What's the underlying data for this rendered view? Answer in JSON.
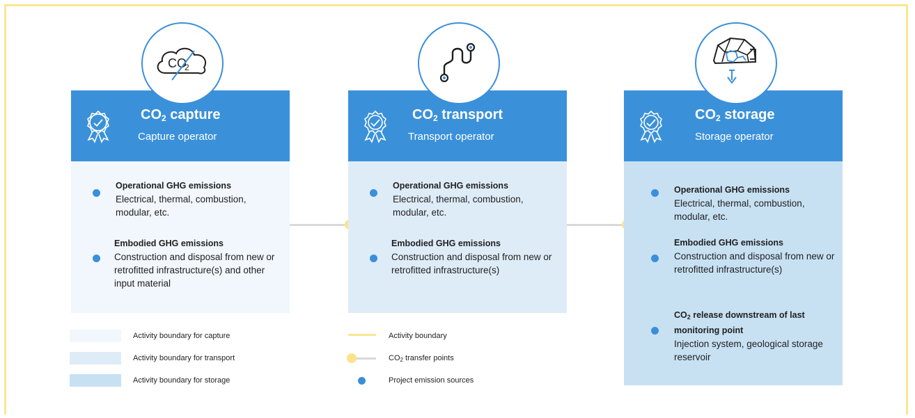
{
  "stages": [
    {
      "title_main": "CO",
      "title_sub": "2",
      "title_rest": " capture",
      "subtitle": "Capture operator",
      "icon": "cloud-co2-crossed-icon",
      "items": [
        {
          "heading": "Operational GHG emissions",
          "text": "Electrical, thermal, combustion, modular, etc."
        },
        {
          "heading": "Embodied GHG emissions",
          "text": "Construction and disposal from new or retrofitted infrastructure(s) and other input material"
        }
      ]
    },
    {
      "title_main": "CO",
      "title_sub": "2",
      "title_rest": " transport",
      "subtitle": "Transport operator",
      "icon": "pipeline-route-icon",
      "items": [
        {
          "heading": "Operational GHG emissions",
          "text": "Electrical, thermal, combustion, modular, etc."
        },
        {
          "heading": "Embodied GHG emissions",
          "text": "Construction and disposal from new or retrofitted infrastructure(s)"
        }
      ]
    },
    {
      "title_main": "CO",
      "title_sub": "2",
      "title_rest": " storage",
      "subtitle": "Storage operator",
      "icon": "geological-storage-icon",
      "items": [
        {
          "heading": "Operational GHG emissions",
          "text": "Electrical, thermal, combustion, modular, etc."
        },
        {
          "heading": "Embodied GHG emissions",
          "text": "Construction and disposal from new or retrofitted infrastructure(s)"
        },
        {
          "heading_main": "CO",
          "heading_sub": "2",
          "heading_rest": " release downstream of last monitoring point",
          "text": "Injection system, geological storage reservoir"
        }
      ]
    }
  ],
  "legend": {
    "capture": "Activity boundary for capture",
    "transport": "Activity boundary for transport",
    "storage": "Activity boundary for storage",
    "activity_boundary": "Activity boundary",
    "transfer_main": "CO",
    "transfer_sub": "2",
    "transfer_rest": " transfer points",
    "emission_sources": "Project emission sources"
  },
  "colors": {
    "header_blue": "#3b91d9",
    "capture_bg": "#f1f7fc",
    "transport_bg": "#deecf8",
    "storage_bg": "#c7e1f3",
    "boundary_yellow": "#fbe791",
    "dot_blue": "#3b8fd9"
  },
  "icons": {
    "badge": "certified-badge-icon"
  }
}
